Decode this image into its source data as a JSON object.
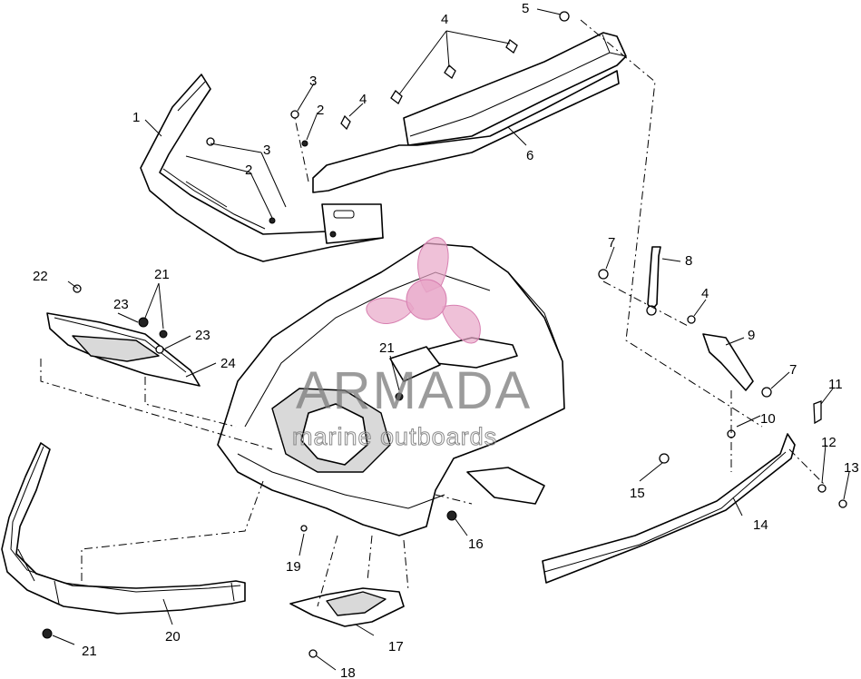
{
  "watermark": {
    "brand": "ARMADA",
    "tagline": "marine outboards",
    "logo_color": "#e8a6c8"
  },
  "callouts": [
    {
      "id": "c1",
      "label": "1"
    },
    {
      "id": "c2a",
      "label": "2"
    },
    {
      "id": "c2b",
      "label": "2"
    },
    {
      "id": "c3a",
      "label": "3"
    },
    {
      "id": "c3b",
      "label": "3"
    },
    {
      "id": "c4a",
      "label": "4"
    },
    {
      "id": "c4b",
      "label": "4"
    },
    {
      "id": "c4c",
      "label": "4"
    },
    {
      "id": "c5",
      "label": "5"
    },
    {
      "id": "c6",
      "label": "6"
    },
    {
      "id": "c7a",
      "label": "7"
    },
    {
      "id": "c7b",
      "label": "7"
    },
    {
      "id": "c8",
      "label": "8"
    },
    {
      "id": "c9",
      "label": "9"
    },
    {
      "id": "c10",
      "label": "10"
    },
    {
      "id": "c11",
      "label": "11"
    },
    {
      "id": "c12",
      "label": "12"
    },
    {
      "id": "c13",
      "label": "13"
    },
    {
      "id": "c14",
      "label": "14"
    },
    {
      "id": "c15",
      "label": "15"
    },
    {
      "id": "c16",
      "label": "16"
    },
    {
      "id": "c17",
      "label": "17"
    },
    {
      "id": "c18",
      "label": "18"
    },
    {
      "id": "c19",
      "label": "19"
    },
    {
      "id": "c20",
      "label": "20"
    },
    {
      "id": "c21a",
      "label": "21"
    },
    {
      "id": "c21b",
      "label": "21"
    },
    {
      "id": "c21c",
      "label": "21"
    },
    {
      "id": "c22",
      "label": "22"
    },
    {
      "id": "c23a",
      "label": "23"
    },
    {
      "id": "c23b",
      "label": "23"
    },
    {
      "id": "c24",
      "label": "24"
    }
  ]
}
